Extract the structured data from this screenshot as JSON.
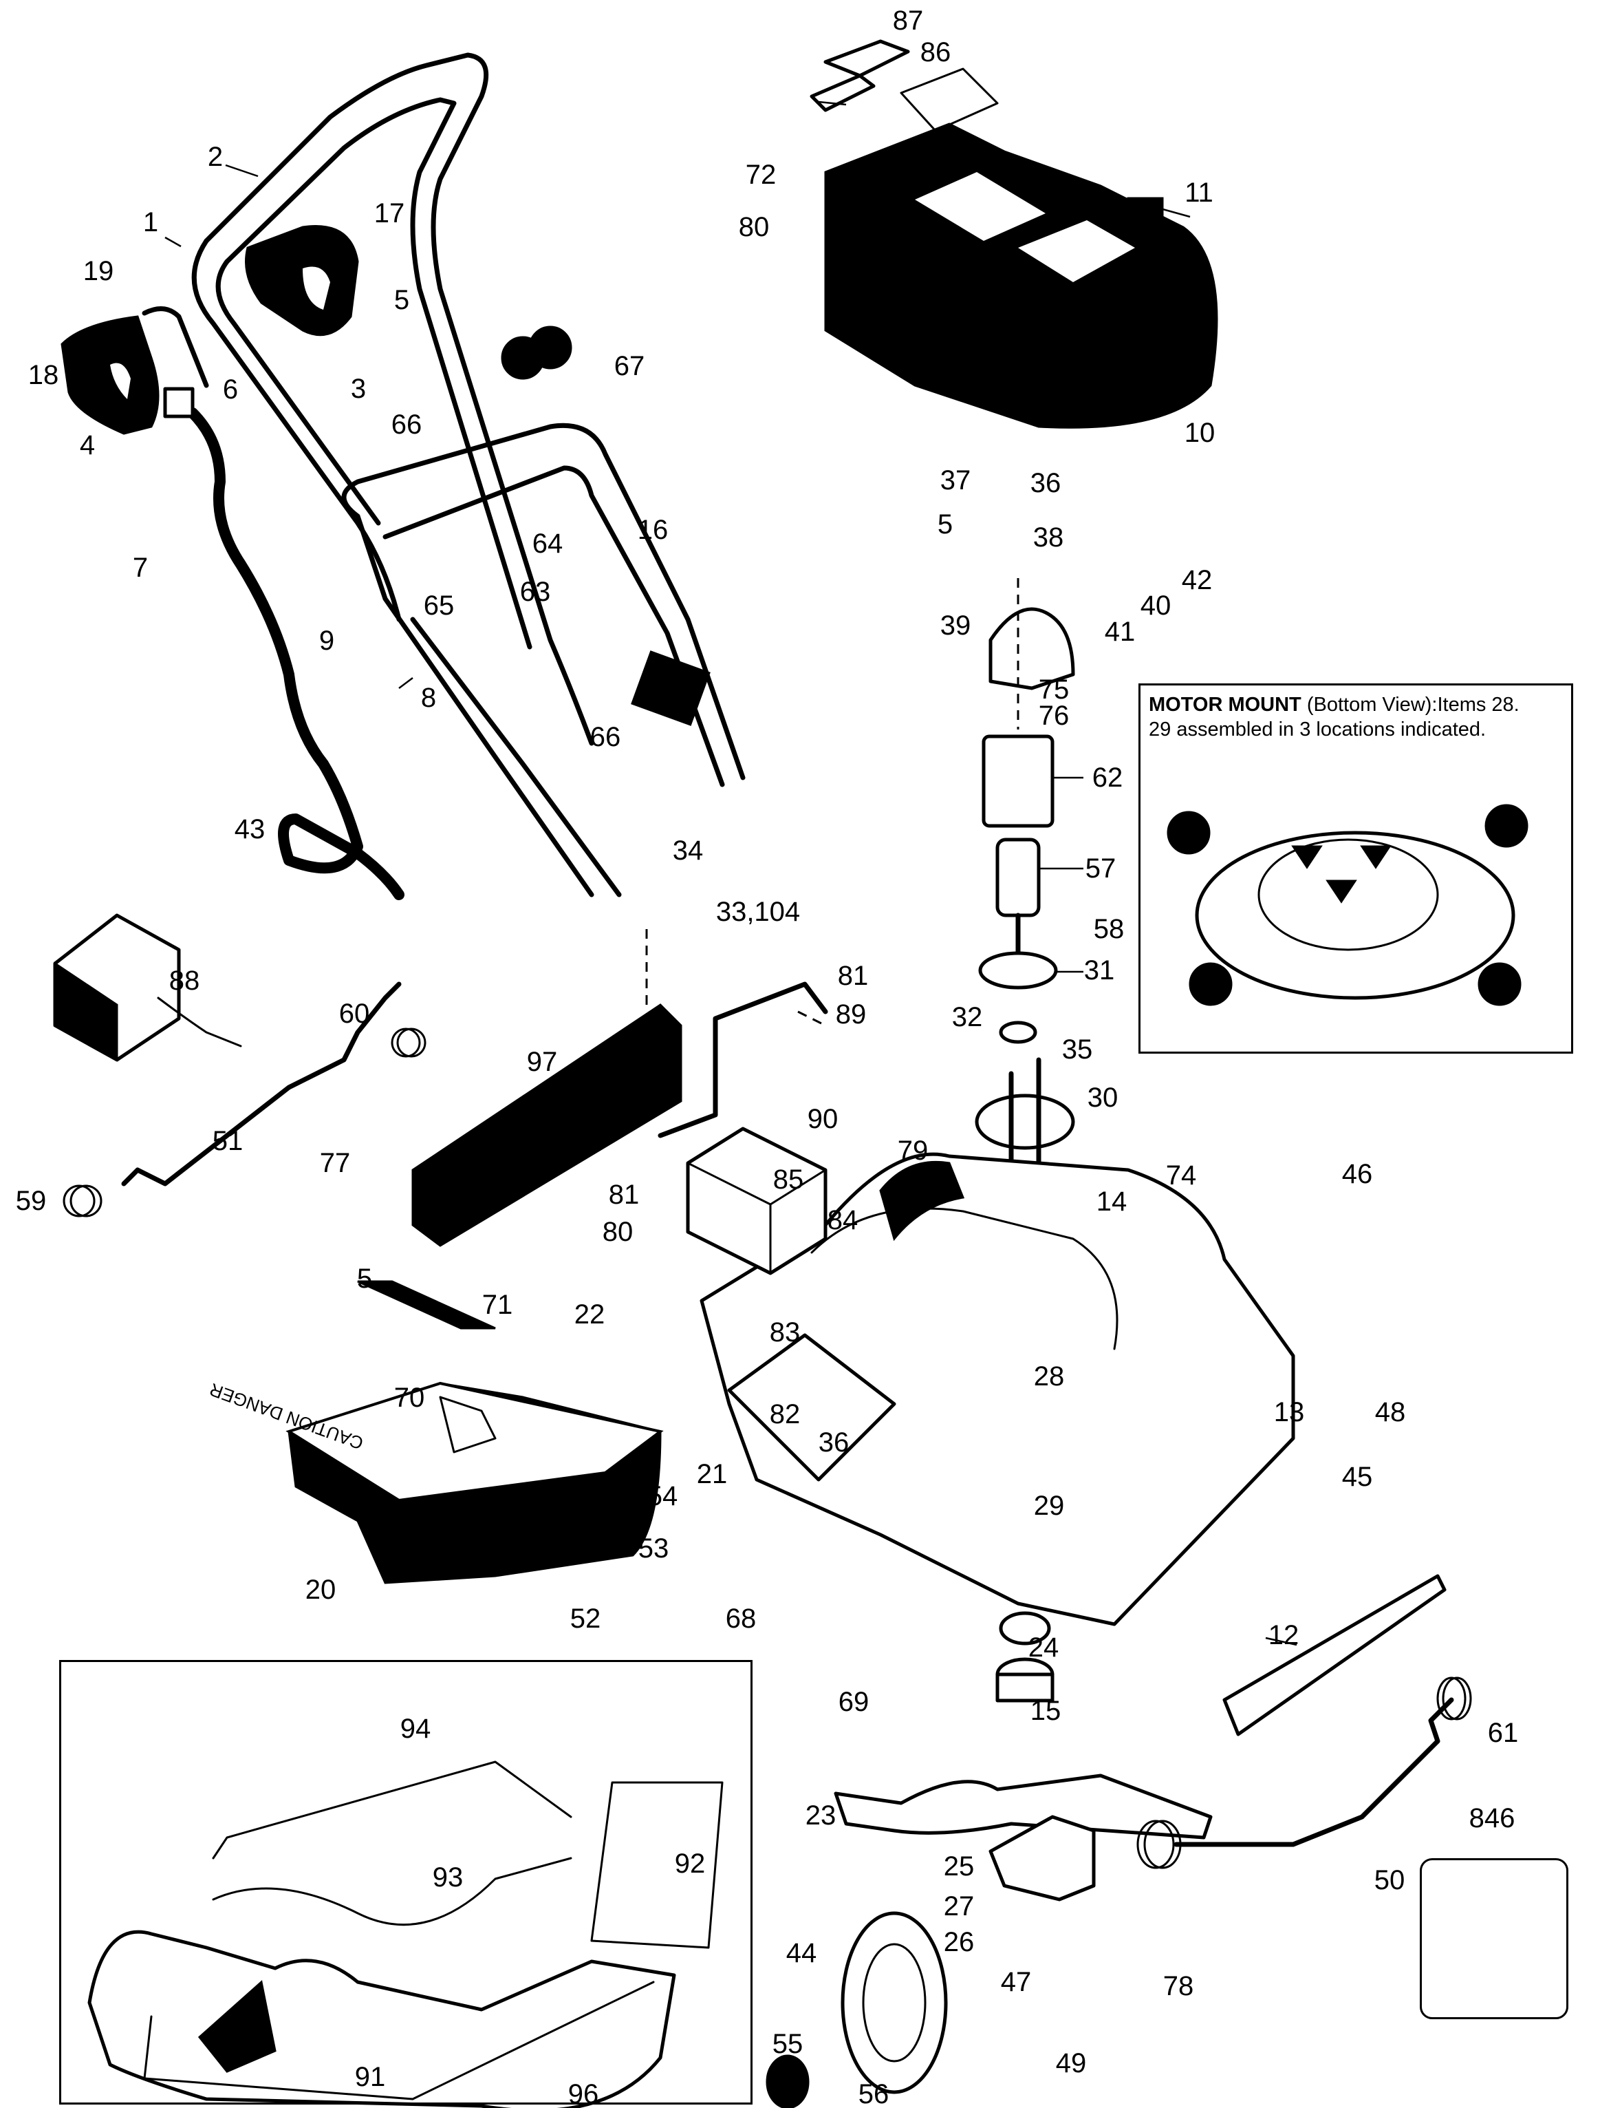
{
  "diagram": {
    "title": "Electric lawn mower exploded parts diagram",
    "motor_mount_inset": {
      "caption_bold": "MOTOR MOUNT",
      "caption_rest": " (Bottom View):Items 28.",
      "caption_line2": "29 assembled in 3 locations indicated."
    },
    "chute_text": [
      "CAUTION",
      "DANGER"
    ],
    "parts": [
      {
        "id": "p1",
        "number": "1"
      },
      {
        "id": "p2",
        "number": "2"
      },
      {
        "id": "p3",
        "number": "3"
      },
      {
        "id": "p4",
        "number": "4"
      },
      {
        "id": "p5a",
        "number": "5"
      },
      {
        "id": "p5b",
        "number": "5"
      },
      {
        "id": "p5c",
        "number": "5"
      },
      {
        "id": "p6",
        "number": "6"
      },
      {
        "id": "p7",
        "number": "7"
      },
      {
        "id": "p8",
        "number": "8"
      },
      {
        "id": "p9",
        "number": "9"
      },
      {
        "id": "p10",
        "number": "10"
      },
      {
        "id": "p11",
        "number": "11"
      },
      {
        "id": "p12",
        "number": "12"
      },
      {
        "id": "p13",
        "number": "13"
      },
      {
        "id": "p14",
        "number": "14"
      },
      {
        "id": "p15",
        "number": "15"
      },
      {
        "id": "p16",
        "number": "16"
      },
      {
        "id": "p17",
        "number": "17"
      },
      {
        "id": "p18",
        "number": "18"
      },
      {
        "id": "p19",
        "number": "19"
      },
      {
        "id": "p20",
        "number": "20"
      },
      {
        "id": "p21",
        "number": "21"
      },
      {
        "id": "p22",
        "number": "22"
      },
      {
        "id": "p23",
        "number": "23"
      },
      {
        "id": "p24",
        "number": "24"
      },
      {
        "id": "p25",
        "number": "25"
      },
      {
        "id": "p26",
        "number": "26"
      },
      {
        "id": "p27",
        "number": "27"
      },
      {
        "id": "p28",
        "number": "28"
      },
      {
        "id": "p29",
        "number": "29"
      },
      {
        "id": "p30",
        "number": "30"
      },
      {
        "id": "p31",
        "number": "31"
      },
      {
        "id": "p32",
        "number": "32"
      },
      {
        "id": "p33",
        "number": "33,104"
      },
      {
        "id": "p34",
        "number": "34"
      },
      {
        "id": "p35",
        "number": "35"
      },
      {
        "id": "p36a",
        "number": "36"
      },
      {
        "id": "p36b",
        "number": "36"
      },
      {
        "id": "p37",
        "number": "37"
      },
      {
        "id": "p38",
        "number": "38"
      },
      {
        "id": "p39",
        "number": "39"
      },
      {
        "id": "p40",
        "number": "40"
      },
      {
        "id": "p41",
        "number": "41"
      },
      {
        "id": "p42",
        "number": "42"
      },
      {
        "id": "p43",
        "number": "43"
      },
      {
        "id": "p44",
        "number": "44"
      },
      {
        "id": "p45",
        "number": "45"
      },
      {
        "id": "p46",
        "number": "46"
      },
      {
        "id": "p47",
        "number": "47"
      },
      {
        "id": "p48",
        "number": "48"
      },
      {
        "id": "p49",
        "number": "49"
      },
      {
        "id": "p50",
        "number": "50"
      },
      {
        "id": "p51",
        "number": "51"
      },
      {
        "id": "p52",
        "number": "52"
      },
      {
        "id": "p53",
        "number": "53"
      },
      {
        "id": "p54",
        "number": "54"
      },
      {
        "id": "p55",
        "number": "55"
      },
      {
        "id": "p56",
        "number": "56"
      },
      {
        "id": "p57",
        "number": "57"
      },
      {
        "id": "p58",
        "number": "58"
      },
      {
        "id": "p59",
        "number": "59"
      },
      {
        "id": "p60",
        "number": "60"
      },
      {
        "id": "p61",
        "number": "61"
      },
      {
        "id": "p62",
        "number": "62"
      },
      {
        "id": "p63",
        "number": "63"
      },
      {
        "id": "p64",
        "number": "64"
      },
      {
        "id": "p65",
        "number": "65"
      },
      {
        "id": "p66a",
        "number": "66"
      },
      {
        "id": "p66b",
        "number": "66"
      },
      {
        "id": "p67",
        "number": "67"
      },
      {
        "id": "p68",
        "number": "68"
      },
      {
        "id": "p69",
        "number": "69"
      },
      {
        "id": "p70",
        "number": "70"
      },
      {
        "id": "p71",
        "number": "71"
      },
      {
        "id": "p72",
        "number": "72"
      },
      {
        "id": "p74",
        "number": "74"
      },
      {
        "id": "p75",
        "number": "75"
      },
      {
        "id": "p76",
        "number": "76"
      },
      {
        "id": "p77",
        "number": "77"
      },
      {
        "id": "p78",
        "number": "78"
      },
      {
        "id": "p79",
        "number": "79"
      },
      {
        "id": "p80a",
        "number": "80"
      },
      {
        "id": "p80b",
        "number": "80"
      },
      {
        "id": "p81a",
        "number": "81"
      },
      {
        "id": "p81b",
        "number": "81"
      },
      {
        "id": "p82",
        "number": "82"
      },
      {
        "id": "p83",
        "number": "83"
      },
      {
        "id": "p84",
        "number": "84"
      },
      {
        "id": "p85",
        "number": "85"
      },
      {
        "id": "p86",
        "number": "86"
      },
      {
        "id": "p87",
        "number": "87"
      },
      {
        "id": "p88",
        "number": "88"
      },
      {
        "id": "p89",
        "number": "89"
      },
      {
        "id": "p90",
        "number": "90"
      },
      {
        "id": "p91",
        "number": "91"
      },
      {
        "id": "p92",
        "number": "92"
      },
      {
        "id": "p93",
        "number": "93"
      },
      {
        "id": "p94",
        "number": "94"
      },
      {
        "id": "p96",
        "number": "96"
      },
      {
        "id": "p97",
        "number": "97"
      },
      {
        "id": "p846",
        "number": "846"
      }
    ]
  }
}
